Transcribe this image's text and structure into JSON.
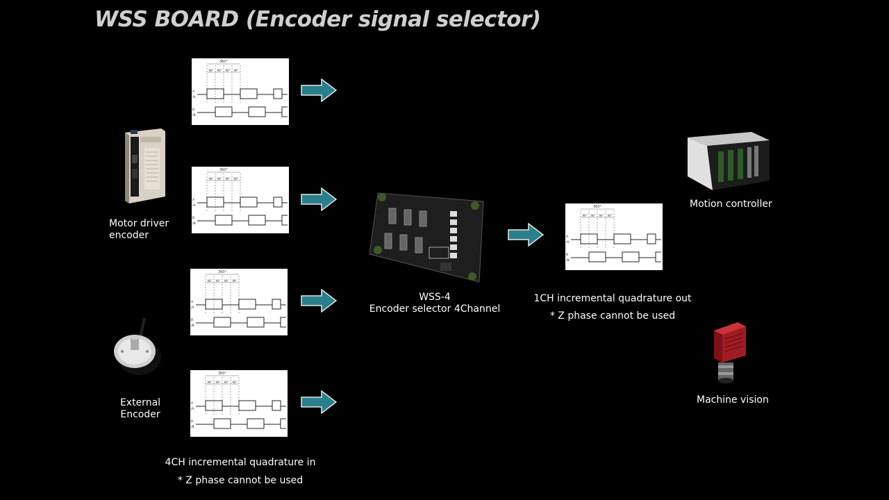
{
  "title": "WSS BOARD (Encoder signal selector)",
  "waveform": {
    "period_label": "360°",
    "phase_label": "90°",
    "channel_a": "A",
    "channel_a_bar": "/A",
    "channel_b": "B",
    "channel_b_bar": "/B"
  },
  "motor_driver": {
    "label_line1": "Motor driver",
    "label_line2": "encoder"
  },
  "external_encoder": {
    "label_line1": "External",
    "label_line2": "Encoder"
  },
  "input_note": {
    "line1": "4CH incremental quadrature in",
    "line2": "* Z phase cannot be used"
  },
  "board": {
    "name": "WSS-4",
    "description": "Encoder selector 4Channel"
  },
  "output_note": {
    "line1": "1CH incremental quadrature out",
    "line2": "* Z phase cannot be used"
  },
  "motion_controller": {
    "label": "Motion controller"
  },
  "machine_vision": {
    "label": "Machine vision"
  },
  "colors": {
    "arrow": "#2a7f8c",
    "background": "#000000",
    "title": "#cfcfcf"
  }
}
